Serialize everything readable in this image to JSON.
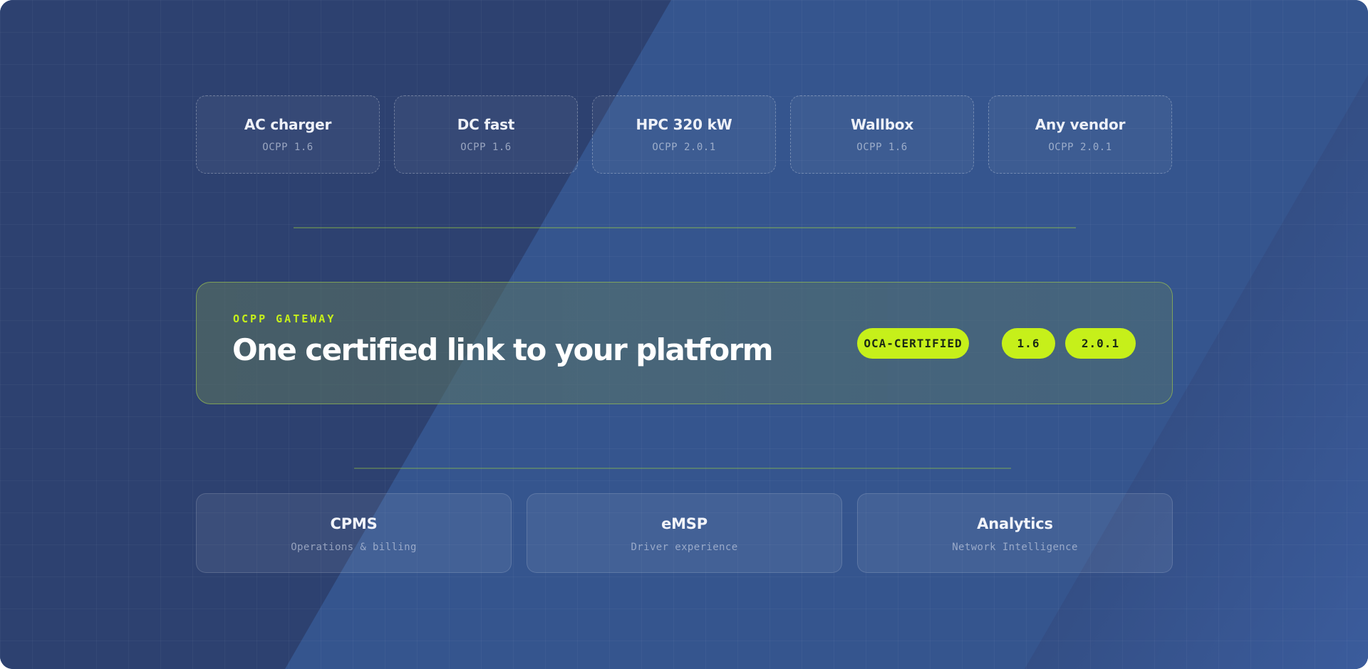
{
  "colors": {
    "background": "#34538c",
    "accent": "#c6f01a",
    "connector": "#a8d83c"
  },
  "devices": [
    {
      "title": "AC charger",
      "protocol": "OCPP 1.6"
    },
    {
      "title": "DC fast",
      "protocol": "OCPP 1.6"
    },
    {
      "title": "HPC 320 kW",
      "protocol": "OCPP 2.0.1"
    },
    {
      "title": "Wallbox",
      "protocol": "OCPP 1.6"
    },
    {
      "title": "Any vendor",
      "protocol": "OCPP 2.0.1"
    }
  ],
  "gateway": {
    "eyebrow": "OCPP GATEWAY",
    "title": "One certified link to your platform",
    "badges": [
      "OCA-CERTIFIED",
      "1.6",
      "2.0.1"
    ]
  },
  "platforms": [
    {
      "title": "CPMS",
      "subtitle": "Operations & billing"
    },
    {
      "title": "eMSP",
      "subtitle": "Driver experience"
    },
    {
      "title": "Analytics",
      "subtitle": "Network Intelligence"
    }
  ]
}
